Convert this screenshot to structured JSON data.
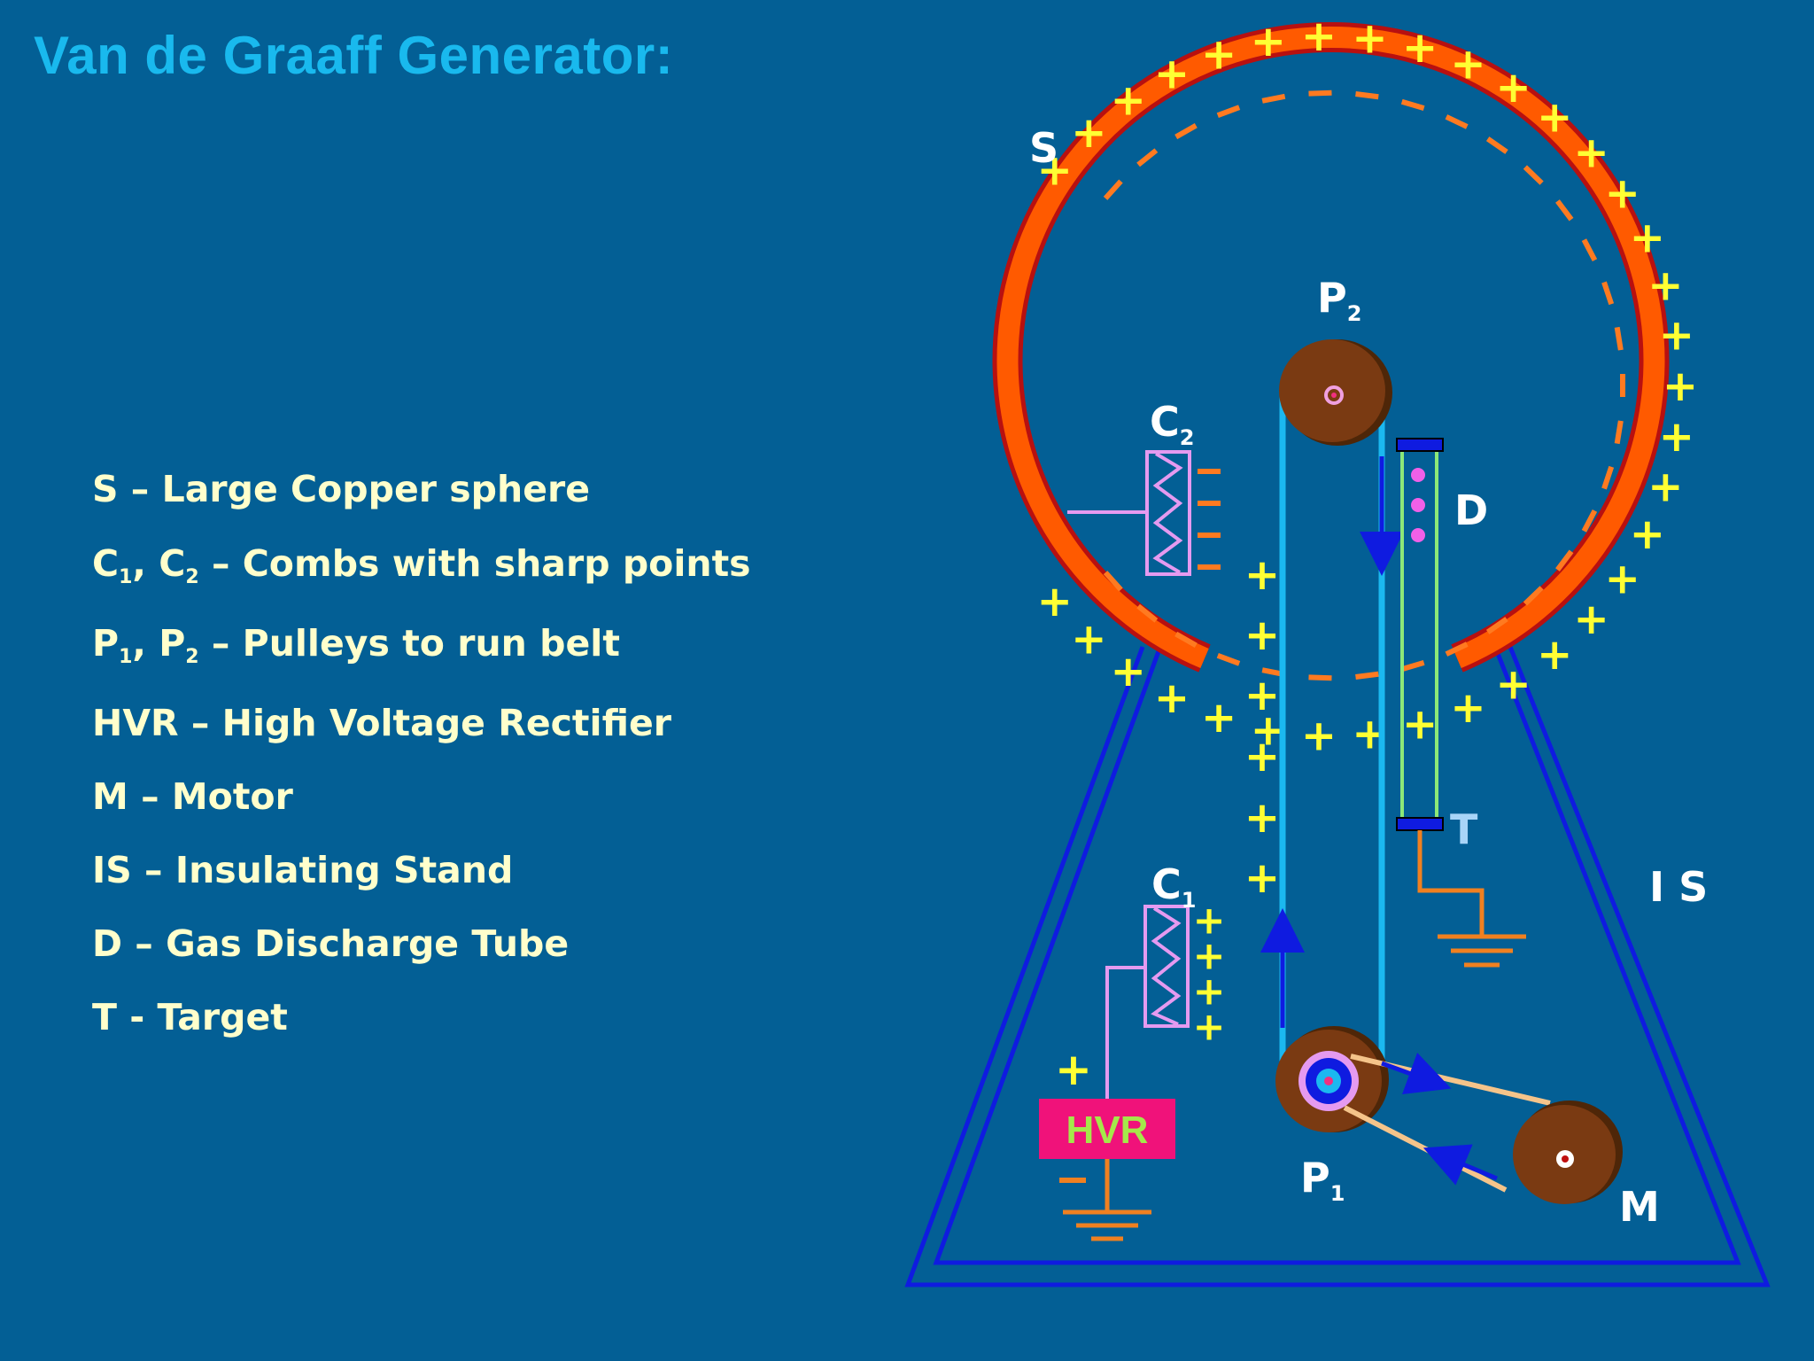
{
  "title": "Van de Graaff Generator:",
  "legend": [
    {
      "text": "S – Large Copper  sphere"
    },
    {
      "text": "C_1, C_2 – Combs with sharp points"
    },
    {
      "text": "P_1, P_2 – Pulleys to run belt"
    },
    {
      "text": "HVR – High Voltage Rectifier"
    },
    {
      "text": "M – Motor"
    },
    {
      "text": "IS – Insulating Stand"
    },
    {
      "text": "D – Gas Discharge Tube"
    },
    {
      "text": "T - Target"
    }
  ],
  "diagram": {
    "labels": {
      "S": "S",
      "P2": "P",
      "P2_sub": "2",
      "C2": "C",
      "C2_sub": "2",
      "D": "D",
      "T": "T",
      "C1": "C",
      "C1_sub": "1",
      "IS": "I S",
      "HVR": "HVR",
      "P1": "P",
      "P1_sub": "1",
      "M": "M"
    },
    "colors": {
      "background": "#035F95",
      "sphere": "#FF5A00",
      "sphere_edge": "#B81010",
      "plus": "#FFFF33",
      "minus": "#FF7A20",
      "belt": "#1BB8F0",
      "stand": "#0F1BE0",
      "comb": "#E59AF0",
      "pulley": "#7A3A12",
      "hvr": "#F0127A",
      "hvr_text": "#A4E84A",
      "tube": "#8CE878",
      "target_label": "#A8D4F8",
      "ground": "#F08020",
      "motor_belt": "#F5C48A"
    }
  }
}
